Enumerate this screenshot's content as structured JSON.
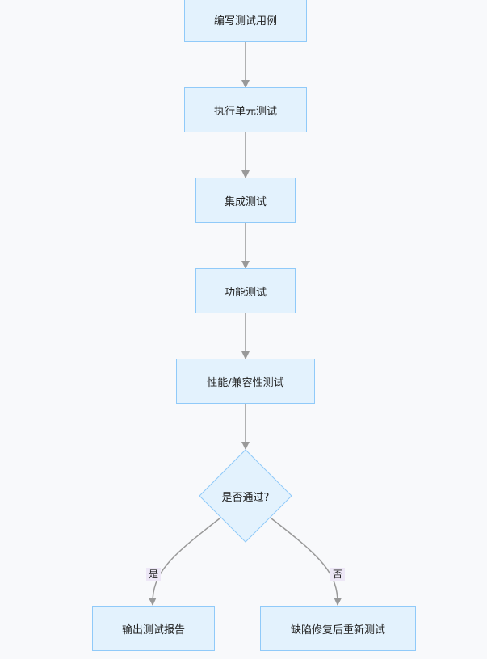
{
  "diagram": {
    "nodes": {
      "write_cases": "编写测试用例",
      "unit_test": "执行单元测试",
      "integration_test": "集成测试",
      "functional_test": "功能测试",
      "perf_compat_test": "性能/兼容性测试",
      "decision": "是否通过?",
      "output_report": "输出测试报告",
      "fix_retest": "缺陷修复后重新测试"
    },
    "edge_labels": {
      "yes": "是",
      "no": "否"
    },
    "colors": {
      "node_fill": "#e3f2fd",
      "node_border": "#90caf9",
      "edge": "#999999",
      "edge_label_bg": "#ede7f6",
      "background": "#f8f9fb"
    }
  }
}
